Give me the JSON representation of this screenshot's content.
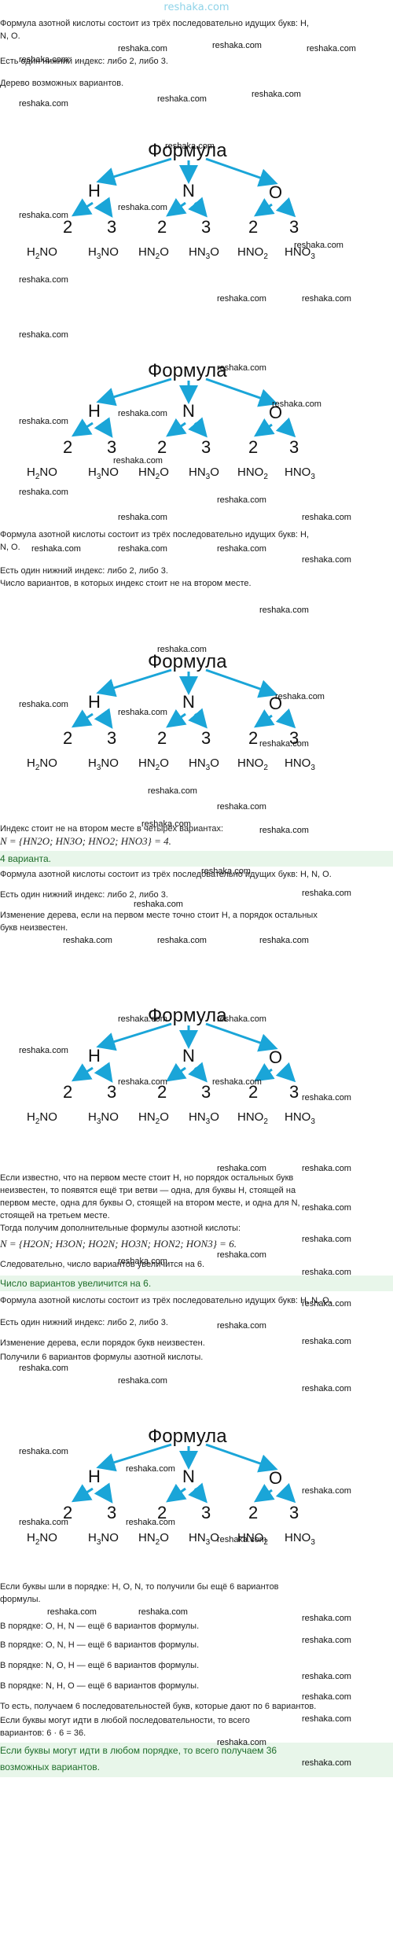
{
  "site": {
    "title": "reshaka.com"
  },
  "watermark": "reshaka.com",
  "colors": {
    "arrow": "#1aa5d8",
    "answer_bg": "#e8f6ea",
    "answer_text": "#1f6e2b"
  },
  "tree": {
    "root": "Формула",
    "letters": [
      "H",
      "N",
      "O"
    ],
    "digits": [
      "2",
      "3",
      "2",
      "3",
      "2",
      "3"
    ],
    "formulas": [
      "H2NO",
      "H3NO",
      "HN2O",
      "HN3O",
      "HNO2",
      "HNO3"
    ]
  },
  "text": {
    "intro": "Формула азотной кислоты состоит из трёх последовательно идущих букв: H,",
    "intro_no": "N, O.",
    "intro_inline": "Формула азотной кислоты состоит из трёх последовательно идущих букв: H, N, O.",
    "index_math": "Есть один нижний индекс: либо 2, либо 3.",
    "index_plain": "Есть один нижний индекс: либо 2, либо 3.",
    "tree_variants": "Дерево возможных вариантов.",
    "not_second": "Число вариантов, в которых индекс стоит не на втором месте.",
    "four_variants": "Индекс стоит не на втором месте в четырёх вариантах:",
    "set_four": "N = {HN2O; HN3O; HNO2; HNO3} = 4.",
    "answer1": "4 варианта.",
    "change_tree_a": "Изменение дерева, если на первом месте точно стоит H, а порядок остальных",
    "change_tree_b": "букв неизвестен.",
    "explain1": "Если известно, что на первом месте стоит H, но порядок остальных букв",
    "explain2": "неизвестен, то появятся ещё три ветви — одна, для буквы H, стоящей на",
    "explain3": "первом месте, одна для буквы O, стоящей на втором месте, и одна для N,",
    "explain4": "стоящей на третьем месте.",
    "extra_formulas": "Тогда получим дополнительные формулы азотной кислоты:",
    "set_six": "N = {H2ON; H3ON; HO2N; HO3N; HON2; HON3} = 6.",
    "increase": "Следовательно, число вариантов увеличится на 6.",
    "answer2": "Число вариантов увеличится на 6.",
    "change_any": "Изменение дерева, если порядок букв неизвестен.",
    "got_six": "Получили 6 вариантов формулы азотной кислоты.",
    "order_hon_a": "Если буквы шли в порядке: H, O, N, то получили бы ещё 6 вариантов",
    "order_hon_b": "формулы.",
    "order_ohn": "В порядке: O, H, N — ещё 6 вариантов формулы.",
    "order_onh": "В порядке: O, N, H — ещё 6 вариантов формулы.",
    "order_noh": "В порядке: N, O, H — ещё 6 вариантов формулы.",
    "order_nho": "В порядке: N, H, O — ещё 6 вариантов формулы.",
    "total1": "То есть, получаем 6 последовательностей букв, которые дают по 6 вариантов.",
    "total2": "Если буквы могут идти в любой последовательности, то всего",
    "total3": "вариантов: 6 · 6 = 36.",
    "answer3a": "Если буквы могут идти в любом порядке, то всего получаем 36",
    "answer3b": "возможных вариантов."
  }
}
